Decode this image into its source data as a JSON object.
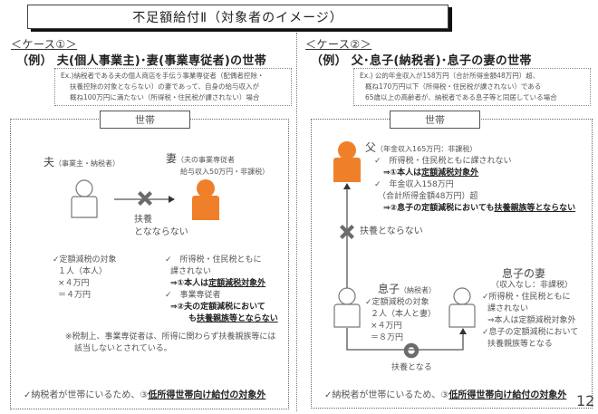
{
  "title": "不足額給付Ⅱ（対象者のイメージ）",
  "colors": {
    "orange": "#f07f2a",
    "gray_icon": "#6b6b6b",
    "line": "#555555"
  },
  "case1": {
    "label": "＜ケース①＞",
    "example": "（例） 夫(個人事業主)･妻(事業専従者)の世帯",
    "ex_lines": [
      "Ex.)納税者である夫の個人商店を手伝う事業専従者（配偶者控除・",
      "扶養控除の対象とならない）の妻であって、自身の給与収入が",
      "概ね100万円に満たない（所得税・住民税が課されない）場合"
    ],
    "household_label": "世帯",
    "husband": {
      "name": "夫",
      "note": "（事業主・納税者）"
    },
    "wife": {
      "name": "妻",
      "note1": "（夫の事業専従者",
      "note2": "給与収入50万円・非課税）"
    },
    "relation": {
      "line1": "扶養",
      "line2": "となならない",
      "icon": "cross-icon"
    },
    "husband_detail": [
      "✓定額減税の対象",
      "１人（本人）",
      "×４万円",
      "＝４万円"
    ],
    "wife_detail": {
      "c1": "✓　所得税・住民税ともに",
      "c1b": "課されない",
      "r1_prefix": "⇒①本人は",
      "r1_u": "定額減税対象外",
      "c2": "✓　事業専従者",
      "r2_a": "⇒②夫の定額減税において",
      "r2_b_prefix": "も",
      "r2_b_u": "扶養親族等とならない"
    },
    "note1": "※税制上、事業専従者は、所得に関わらず扶養親族等には",
    "note2": "該当しないとされている。",
    "bottom_prefix": "✓納税者が世帯にいるため、③",
    "bottom_u": "低所得世帯向け給付の対象外"
  },
  "case2": {
    "label": "＜ケース②＞",
    "example": "（例） 父･息子(納税者)･息子の妻の世帯",
    "ex_lines": [
      "Ex.) 公的年金収入が158万円（合計所得金額48万円）超、",
      "概ね170万円以下（所得税・住民税が課されない）である",
      "65歳以上の高齢者が、納税者である息子等と同居している場合"
    ],
    "household_label": "世帯",
    "father": {
      "name": "父",
      "note": "（年金収入165万円：非課税）",
      "c1": "✓　所得税・住民税ともに課されない",
      "r1_prefix": "⇒①本人は",
      "r1_u": "定額減税対象外",
      "c2": "✓　年金収入158万円",
      "c2b": "（合計所得金額48万円）超",
      "r2_prefix": "⇒②息子の定額減税においても",
      "r2_u": "扶養親族等とならない"
    },
    "relation_up": {
      "text": "扶養とならない",
      "icon": "cross-icon"
    },
    "son": {
      "name": "息子",
      "note": "（納税者）",
      "detail": [
        "✓定額減税の対象",
        "２人（本人と妻）",
        "×４万円",
        "＝８万円"
      ]
    },
    "son_wife": {
      "name": "息子の妻",
      "note": "（収入なし：非課税）",
      "lines": [
        "✓所得税・住民税ともに",
        "課されない",
        "⇒本人は定額減税対象外",
        "✓息子の定額減税において",
        "扶養親族等となる"
      ]
    },
    "relation_down": {
      "text": "扶養となる",
      "icon": "circle-icon"
    },
    "bottom_prefix": "✓納税者が世帯にいるため、③",
    "bottom_u": "低所得世帯向け給付の対象外"
  },
  "page_number": "12"
}
